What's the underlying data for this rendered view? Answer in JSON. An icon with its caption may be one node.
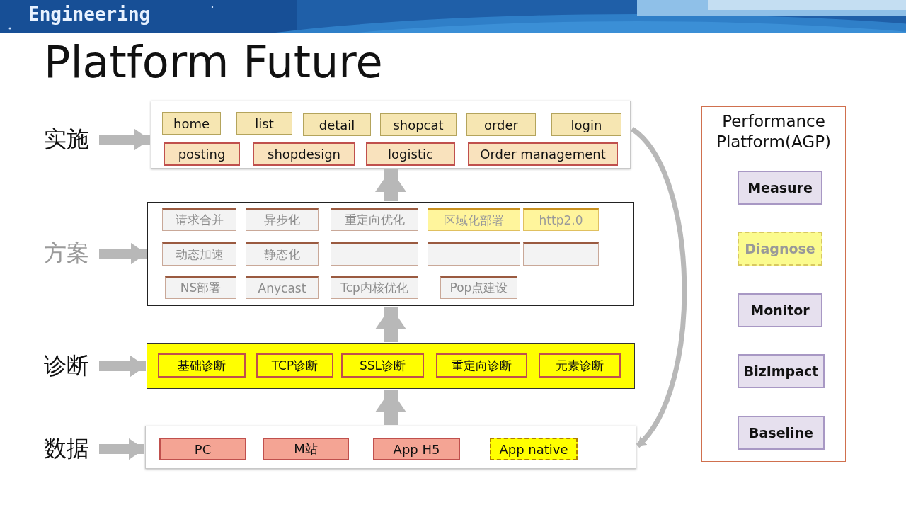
{
  "diagram": {
    "title": "Platform Future",
    "nodes": [
      {
        "text": [
          "实施"
        ]
      },
      {
        "text": [],
        "shape": "box"
      },
      {
        "text": [
          "home"
        ],
        "in": 1
      },
      {
        "text": [
          "list"
        ],
        "in": 1
      },
      {
        "text": [
          "detail"
        ],
        "in": 1
      },
      {
        "text": [
          "shopcat"
        ],
        "in": 1
      },
      {
        "text": [
          "order"
        ],
        "in": 1
      },
      {
        "text": [
          "login"
        ],
        "in": 1
      },
      {
        "text": [
          "posting"
        ],
        "in": 1
      },
      {
        "text": [
          "shopdesign"
        ],
        "in": 1
      },
      {
        "text": [
          "logistic"
        ],
        "in": 1
      },
      {
        "text": [
          "Order management"
        ],
        "in": 1
      },
      {
        "text": [
          "方案"
        ]
      },
      {
        "text": [],
        "shape": "box"
      },
      {
        "text": [
          "请求合并"
        ],
        "in": 13
      },
      {
        "text": [
          "异步化"
        ],
        "in": 13
      },
      {
        "text": [
          "重定向优化"
        ],
        "in": 13
      },
      {
        "text": [
          "区域化部署"
        ],
        "in": 13
      },
      {
        "text": [
          "http2.0"
        ],
        "in": 13
      },
      {
        "text": [
          "动态加速"
        ],
        "in": 13
      },
      {
        "text": [
          "静态化"
        ],
        "in": 13
      },
      {
        "text": [],
        "shape": "box",
        "in": 13
      },
      {
        "text": [],
        "shape": "box",
        "in": 13
      },
      {
        "text": [],
        "shape": "box",
        "in": 13
      },
      {
        "text": [
          "NS部署"
        ],
        "in": 13
      },
      {
        "text": [
          "Anycast"
        ],
        "in": 13
      },
      {
        "text": [
          "Tcp内核优化"
        ],
        "in": 13
      },
      {
        "text": [
          "Pop点建设"
        ],
        "in": 13
      },
      {
        "text": [
          "诊断"
        ]
      },
      {
        "text": [],
        "shape": "box"
      },
      {
        "text": [
          "基础诊断"
        ],
        "in": 29
      },
      {
        "text": [
          "TCP诊断"
        ],
        "in": 29
      },
      {
        "text": [
          "SSL诊断"
        ],
        "in": 29
      },
      {
        "text": [
          "重定向诊断"
        ],
        "in": 29
      },
      {
        "text": [
          "元素诊断"
        ],
        "in": 29
      },
      {
        "text": [
          "数据"
        ]
      },
      {
        "text": [],
        "shape": "box"
      },
      {
        "text": [
          "PC"
        ],
        "in": 36
      },
      {
        "text": [
          "M站"
        ],
        "in": 36
      },
      {
        "text": [
          "App H5"
        ],
        "in": 36
      },
      {
        "text": [
          "App native"
        ],
        "in": 36
      },
      {
        "text": [
          "Performance Platform(AGP)"
        ]
      },
      {
        "text": [
          "Measure"
        ],
        "in": 41
      },
      {
        "text": [
          "Diagnose"
        ],
        "in": 41
      },
      {
        "text": [
          "Monitor"
        ],
        "in": 41
      },
      {
        "text": [
          "BizImpact"
        ],
        "in": 41
      },
      {
        "text": [
          "Baseline"
        ],
        "in": 41
      }
    ],
    "edges": [
      {
        "from": 0,
        "to": 1,
        "arrow": "to"
      },
      {
        "from": 12,
        "to": 13,
        "arrow": "to"
      },
      {
        "from": 28,
        "to": 29,
        "arrow": "to"
      },
      {
        "from": 35,
        "to": 36,
        "arrow": "to"
      },
      {
        "from": 36,
        "to": 29,
        "arrow": "to"
      },
      {
        "from": 29,
        "to": 13,
        "arrow": "to"
      },
      {
        "from": 13,
        "to": 1,
        "arrow": "to"
      },
      {
        "from": 1,
        "to": 36,
        "arrow": "to"
      }
    ],
    "labels": [
      "Engineering"
    ]
  }
}
